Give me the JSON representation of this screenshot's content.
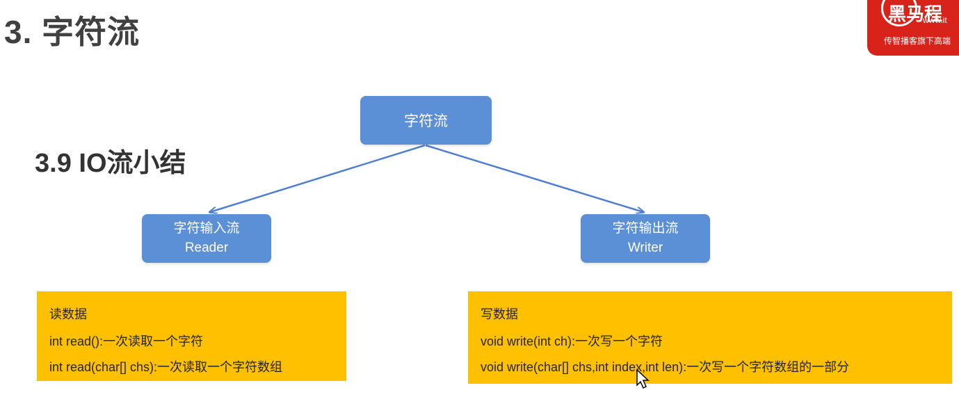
{
  "slide": {
    "title": "3. 字符流",
    "section_title": "3.9 IO流小结"
  },
  "logo": {
    "mark": "黑马程",
    "url": "www.it",
    "tagline": "传智播客旗下高端",
    "color": "#d8231b"
  },
  "diagram": {
    "root": {
      "label": "字符流"
    },
    "reader": {
      "label_cn": "字符输入流",
      "label_en": "Reader"
    },
    "writer": {
      "label_cn": "字符输出流",
      "label_en": "Writer"
    },
    "node_color": "#5b8fd6"
  },
  "reader_box": {
    "heading": "读数据",
    "methods": [
      "int read():一次读取一个字符",
      "int read(char[] chs):一次读取一个字符数组"
    ]
  },
  "writer_box": {
    "heading": "写数据",
    "methods": [
      "void write(int ch):一次写一个字符",
      "void write(char[] chs,int index,int len):一次写一个字符数组的一部分"
    ]
  },
  "box_color": "#ffc000"
}
